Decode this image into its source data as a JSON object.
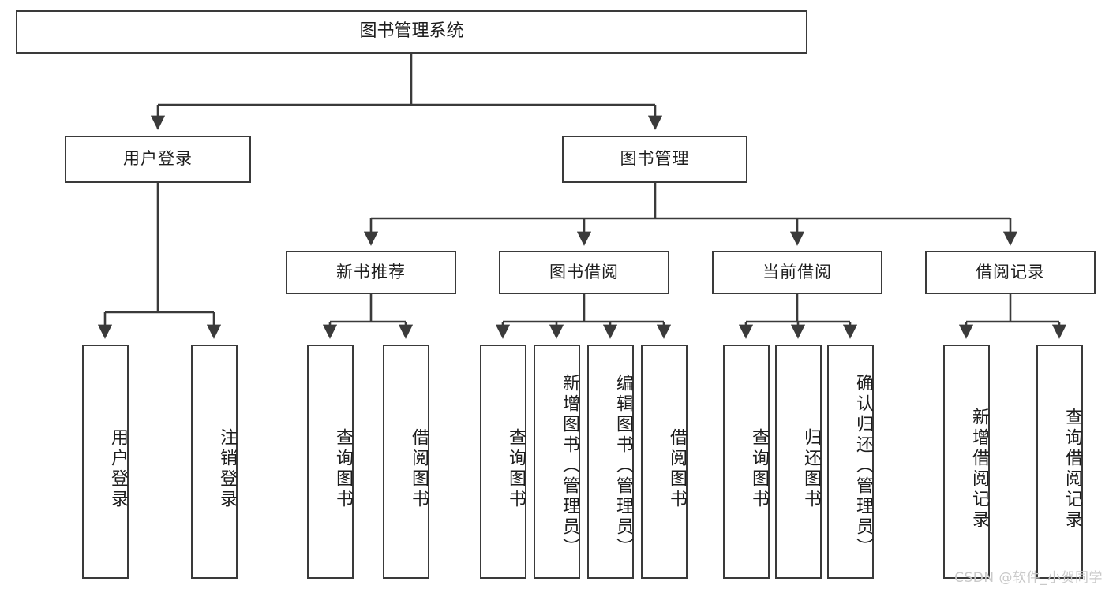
{
  "diagram": {
    "title": "图书管理系统",
    "root": {
      "label": "图书管理系统"
    },
    "level1": [
      {
        "label": "用户登录"
      },
      {
        "label": "图书管理"
      }
    ],
    "level2": [
      {
        "label": "新书推荐"
      },
      {
        "label": "图书借阅"
      },
      {
        "label": "当前借阅"
      },
      {
        "label": "借阅记录"
      }
    ],
    "leaves": {
      "user_login": [
        {
          "label": "用户登录"
        },
        {
          "label": "注销登录"
        }
      ],
      "new_book": [
        {
          "label": "查询图书"
        },
        {
          "label": "借阅图书"
        }
      ],
      "book_borrow": [
        {
          "label": "查询图书"
        },
        {
          "label": "新增图书（管理员）"
        },
        {
          "label": "编辑图书（管理员）"
        },
        {
          "label": "借阅图书"
        }
      ],
      "current_borrow": [
        {
          "label": "查询图书"
        },
        {
          "label": "归还图书"
        },
        {
          "label": "确认归还（管理员）"
        }
      ],
      "borrow_record": [
        {
          "label": "新增借阅记录"
        },
        {
          "label": "查询借阅记录"
        }
      ]
    }
  },
  "watermark": {
    "text": "CSDN @软件_小贺同学"
  },
  "colors": {
    "stroke": "#3a3a3a",
    "background": "#ffffff",
    "text": "#1d1d1d",
    "watermark": "#c9c9c9"
  }
}
